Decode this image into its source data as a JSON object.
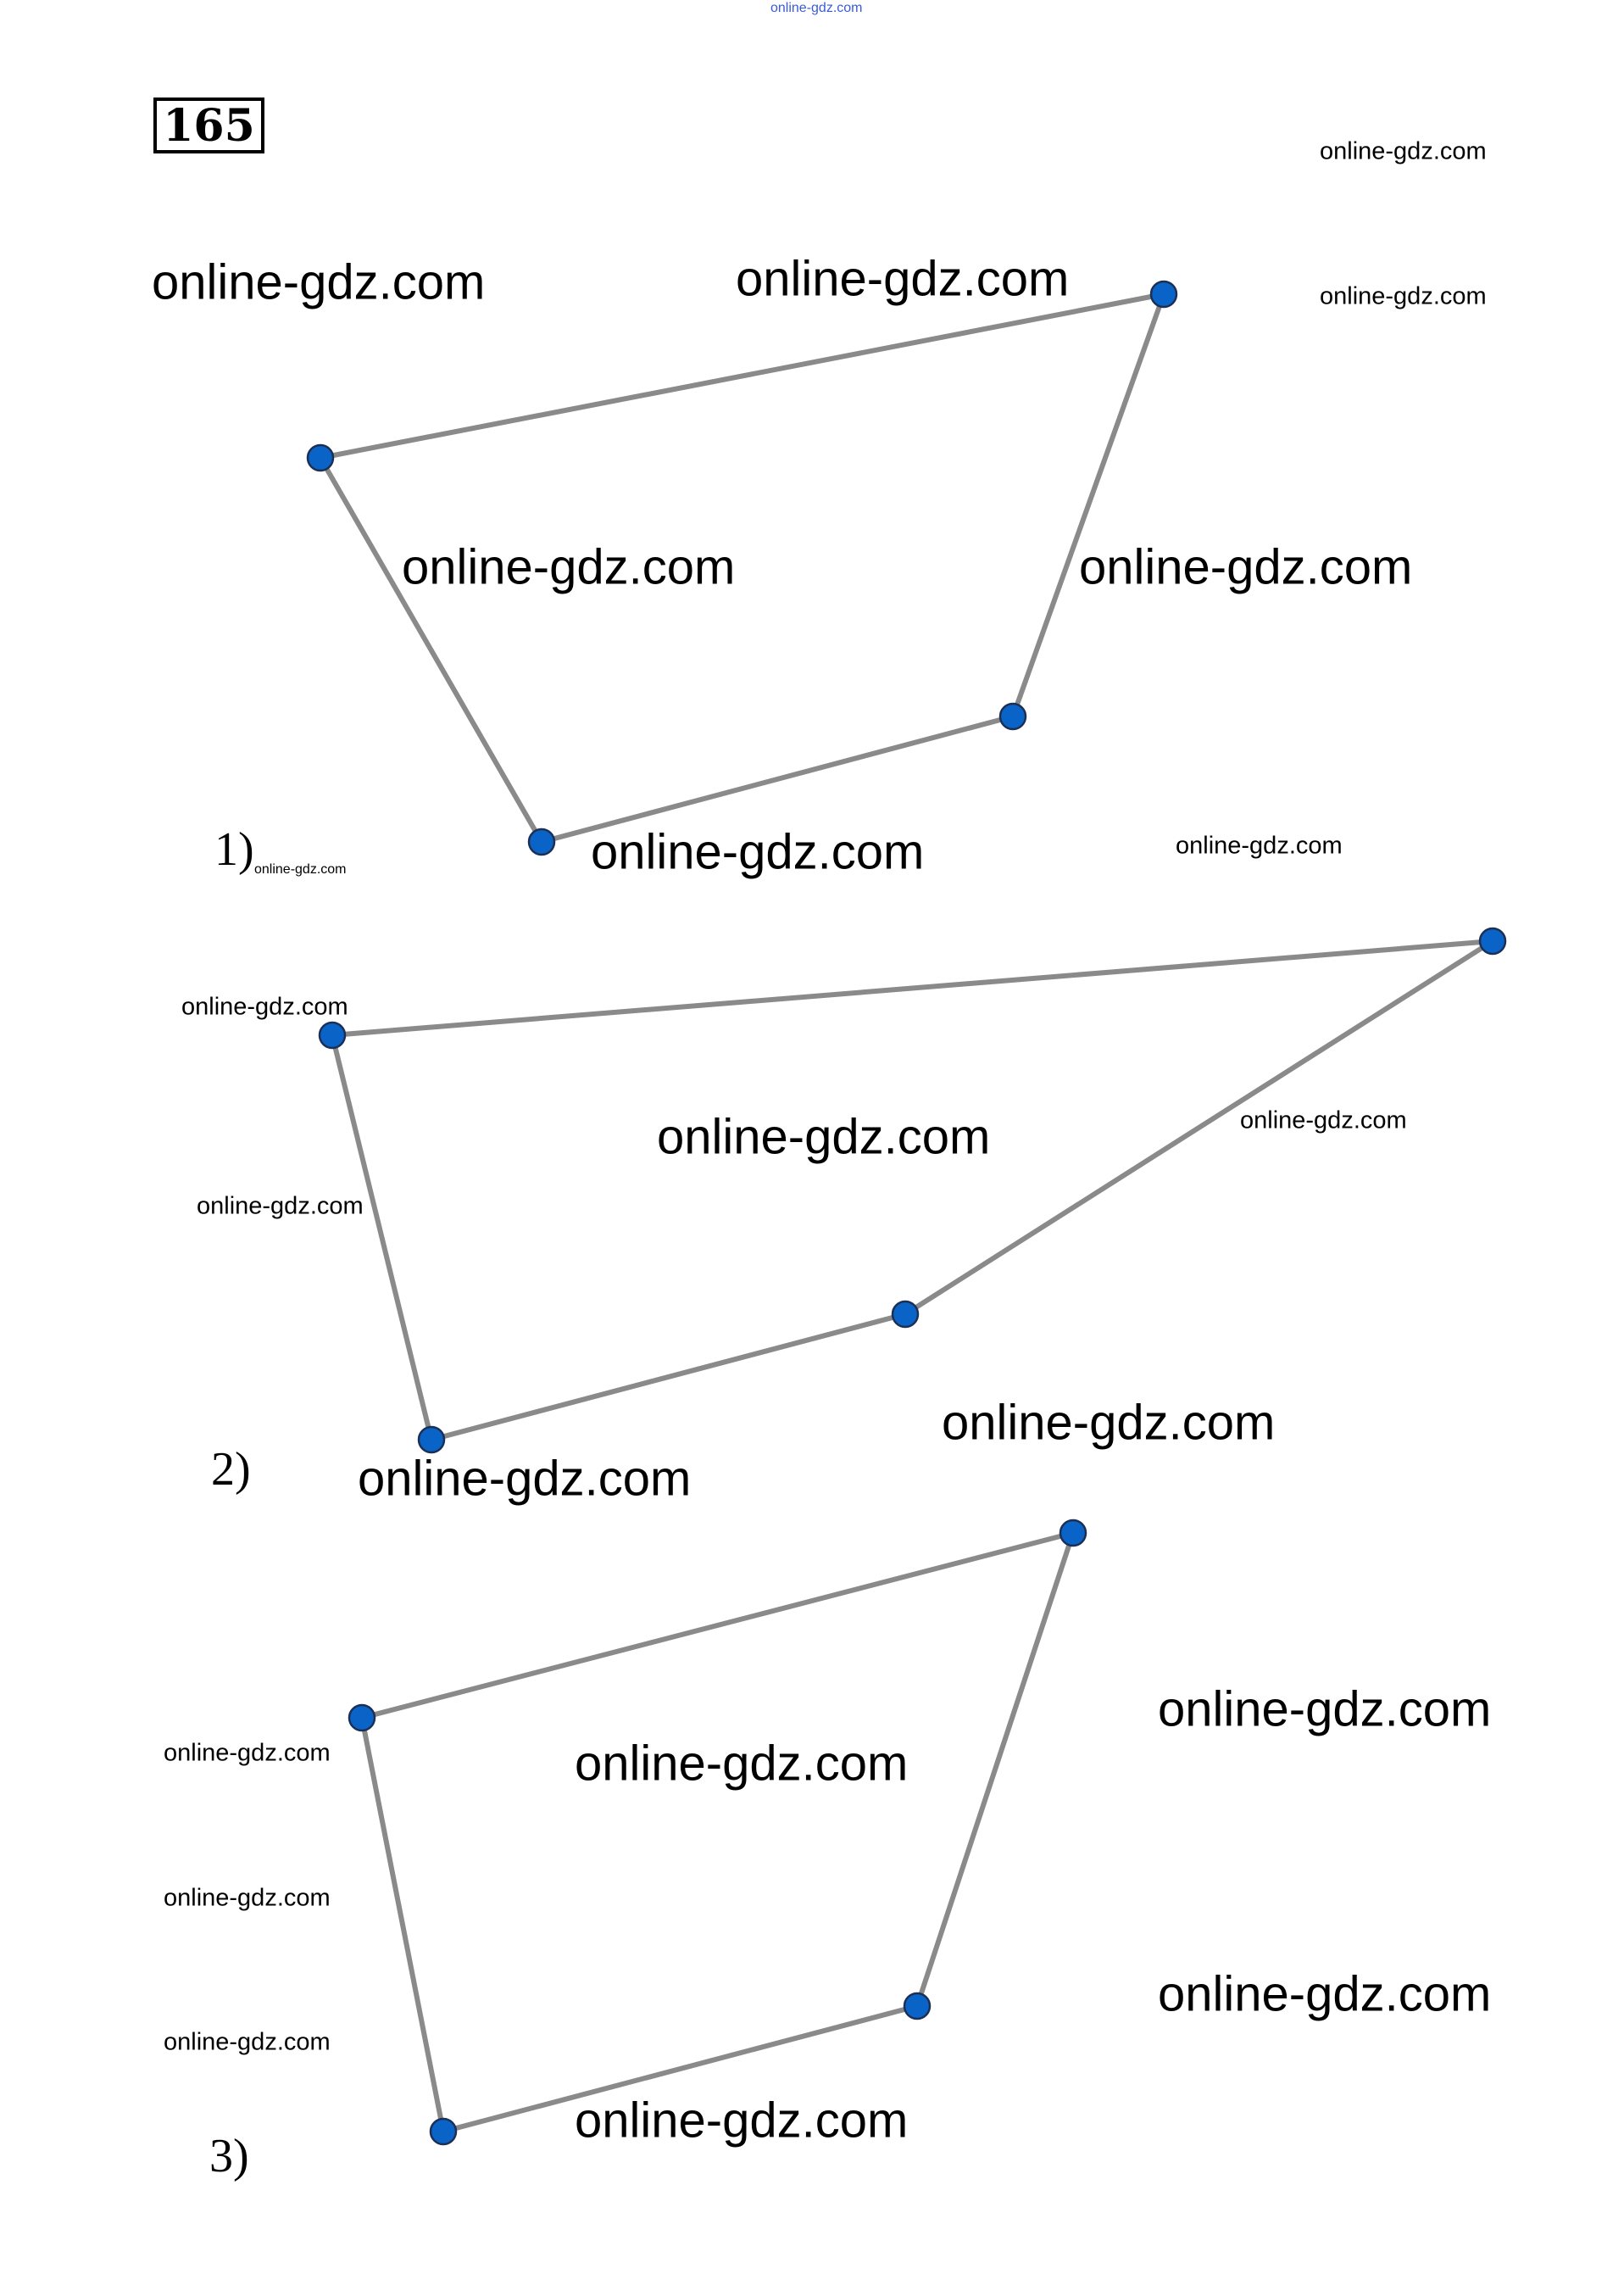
{
  "problem_number": "165",
  "figure_labels": [
    "1)",
    "2)",
    "3)"
  ],
  "watermark": "online-gdz.com",
  "colors": {
    "vertex_fill": "#0a64c8",
    "vertex_stroke": "#1c2f55",
    "edge": "#8a8a8a"
  }
}
